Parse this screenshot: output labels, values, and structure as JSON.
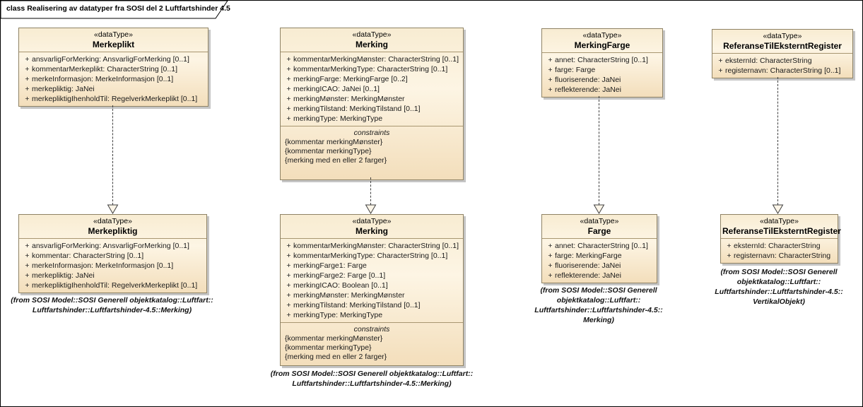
{
  "frame": {
    "title": "class Realisering av datatyper fra SOSI del 2 Luftfartshinder 4.5"
  },
  "ui": {
    "visibility": "+",
    "constraints_label": "constraints"
  },
  "colors": {
    "box_fill_light": "#fdf5e4",
    "box_fill_dark": "#f3debb",
    "box_border": "#8f8365",
    "compartment_line": "#a89671",
    "connector": "#3f3f3f",
    "shadow": "#969696",
    "background": "#ffffff"
  },
  "classes": [
    {
      "stereotype": "«dataType»",
      "name": "Merkeplikt",
      "attributes": [
        "ansvarligForMerking: AnsvarligForMerking [0..1]",
        "kommentarMerkeplikt: CharacterString [0..1]",
        "merkeInformasjon: MerkeInformasjon [0..1]",
        "merkepliktig: JaNei",
        "merkepliktigIhenholdTil: RegelverkMerkeplikt [0..1]"
      ]
    },
    {
      "stereotype": "«dataType»",
      "name": "Merking",
      "attributes": [
        "kommentarMerkingMønster: CharacterString [0..1]",
        "kommentarMerkingType: CharacterString [0..1]",
        "merkingFarge: MerkingFarge [0..2]",
        "merkingICAO: JaNei [0..1]",
        "merkingMønster: MerkingMønster",
        "merkingTilstand: MerkingTilstand [0..1]",
        "merkingType: MerkingType"
      ],
      "constraints": [
        "{kommentar merkingMønster}",
        "{kommentar merkingType}",
        "{merking med en eller 2 farger}"
      ]
    },
    {
      "stereotype": "«dataType»",
      "name": "MerkingFarge",
      "attributes": [
        "annet: CharacterString [0..1]",
        "farge: Farge",
        "fluoriserende: JaNei",
        "reflekterende: JaNei"
      ]
    },
    {
      "stereotype": "«dataType»",
      "name": "ReferanseTilEksterntRegister",
      "attributes": [
        "eksternId: CharacterString",
        "registernavn: CharacterString [0..1]"
      ]
    },
    {
      "stereotype": "«dataType»",
      "name": "Merkepliktig",
      "attributes": [
        "ansvarligForMerking: AnsvarligForMerking [0..1]",
        "kommentar: CharacterString [0..1]",
        "merkeInformasjon: MerkeInformasjon [0..1]",
        "merkepliktig: JaNei",
        "merkepliktigIhenholdTil: RegelverkMerkeplikt [0..1]"
      ],
      "from": [
        "(from SOSI Model::SOSI Generell objektkatalog::Luftfart::",
        "Luftfartshinder::Luftfartshinder-4.5::Merking)"
      ]
    },
    {
      "stereotype": "«dataType»",
      "name": "Merking",
      "attributes": [
        "kommentarMerkingMønster: CharacterString [0..1]",
        "kommentarMerkingType: CharacterString [0..1]",
        "merkingFarge1: Farge",
        "merkingFarge2: Farge [0..1]",
        "merkingICAO: Boolean [0..1]",
        "merkingMønster: MerkingMønster",
        "merkingTilstand: MerkingTilstand [0..1]",
        "merkingType: MerkingType"
      ],
      "constraints": [
        "{kommentar merkingMønster}",
        "{kommentar merkingType}",
        "{merking med en eller 2 farger}"
      ],
      "from": [
        "(from SOSI Model::SOSI Generell objektkatalog::Luftfart::",
        "Luftfartshinder::Luftfartshinder-4.5::Merking)"
      ]
    },
    {
      "stereotype": "«dataType»",
      "name": "Farge",
      "attributes": [
        "annet: CharacterString [0..1]",
        "farge: MerkingFarge",
        "fluoriserende: JaNei",
        "reflekterende: JaNei"
      ],
      "from": [
        "(from SOSI Model::SOSI Generell",
        "objektkatalog::Luftfart::",
        "Luftfartshinder::Luftfartshinder-4.5::",
        "Merking)"
      ]
    },
    {
      "stereotype": "«dataType»",
      "name": "ReferanseTilEksterntRegister",
      "attributes": [
        "eksternId: CharacterString",
        "registernavn: CharacterString"
      ],
      "from": [
        "(from SOSI Model::SOSI Generell",
        "objektkatalog::Luftfart::",
        "Luftfartshinder::Luftfartshinder-4.5::",
        "VertikalObjekt)"
      ]
    }
  ]
}
